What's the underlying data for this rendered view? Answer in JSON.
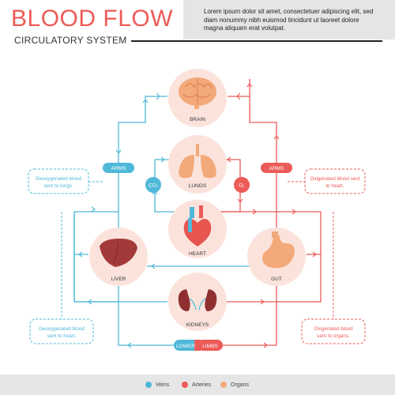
{
  "header": {
    "title": "BLOOD FLOW",
    "subtitle": "CIRCULATORY SYSTEM",
    "intro": "Lorem ipsum dolor sit amet, consectetuer adipiscing elit, sed diam nonummy nibh euismod tincidunt ut laoreet dolore magna aliquam erat volutpat."
  },
  "organs": {
    "brain": "BRAIN",
    "lungs": "LUNGS",
    "heart": "HEART",
    "liver": "LIVER",
    "gut": "GUT",
    "kidneys": "KIDNEYS"
  },
  "labels": {
    "arms_left": "ARMS",
    "arms_right": "ARMS",
    "lower": "LOWER",
    "limbs": "LIMBS",
    "co2": "CO₂",
    "o2": "O₂"
  },
  "notes": {
    "deox_lungs": [
      "Deoxygenated blood",
      "sent to lungs."
    ],
    "ox_heart": [
      "Oxigenated blood sent",
      "to heart."
    ],
    "deox_heart": [
      "Deoxygenated blood",
      "sent to heart."
    ],
    "ox_organs": [
      "Oxigenated blood",
      "sent to organs."
    ]
  },
  "legend": [
    {
      "label": "Veins",
      "color": "#4fb8d8"
    },
    {
      "label": "Arteries",
      "color": "#ec5b57"
    },
    {
      "label": "Organs",
      "color": "#f3a97a"
    }
  ],
  "colors": {
    "vein": "#4fb8d8",
    "artery": "#ec5b57",
    "organ_bg": "#fbe3dc"
  }
}
